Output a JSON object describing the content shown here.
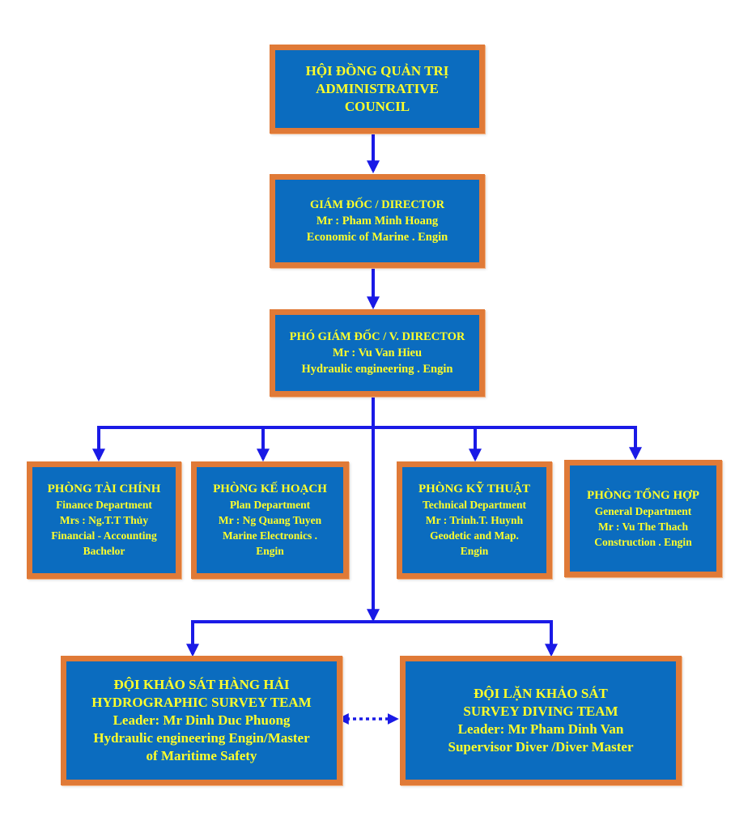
{
  "colors": {
    "box_fill": "#0b6cbf",
    "box_border": "#e07a37",
    "text": "#ffff2a",
    "connector": "#1a1ae6"
  },
  "council": {
    "lines": [
      "HỘI ĐỒNG QUẢN TRỊ",
      "ADMINISTRATIVE",
      "COUNCIL"
    ]
  },
  "director": {
    "lines": [
      "GIÁM ĐỐC / DIRECTOR",
      "Mr : Pham Minh Hoang",
      "Economic of Marine . Engin"
    ]
  },
  "vice_director": {
    "lines": [
      "PHÓ GIÁM ĐỐC / V. DIRECTOR",
      "Mr : Vu Van Hieu",
      "Hydraulic engineering . Engin"
    ]
  },
  "departments": [
    {
      "lines": [
        "PHÒNG TÀI CHÍNH",
        "Finance Department",
        "Mrs : Ng.T.T Thủy",
        "Financial - Accounting",
        "Bachelor"
      ]
    },
    {
      "lines": [
        "PHÒNG KẾ HOẠCH",
        "Plan  Department",
        "Mr : Ng Quang Tuyen",
        "Marine Electronics .",
        "Engin"
      ]
    },
    {
      "lines": [
        "PHÒNG KỸ THUẬT",
        "Technical Department",
        "Mr : Trinh.T. Huynh",
        "Geodetic and Map.",
        "Engin"
      ]
    },
    {
      "lines": [
        "PHÒNG TỔNG HỢP",
        "General Department",
        "Mr : Vu The Thach",
        "Construction . Engin"
      ]
    }
  ],
  "teams": [
    {
      "lines": [
        "ĐỘI KHẢO SÁT HÀNG HẢI",
        "HYDROGRAPHIC SURVEY TEAM",
        "Leader: Mr Dinh Duc Phuong",
        "Hydraulic engineering Engin/Master",
        "of Maritime Safety"
      ]
    },
    {
      "lines": [
        "ĐỘI LẶN KHẢO SÁT",
        "SURVEY DIVING TEAM",
        "Leader: Mr Pham Dinh Van",
        "Supervisor Diver /Diver Master"
      ]
    }
  ]
}
